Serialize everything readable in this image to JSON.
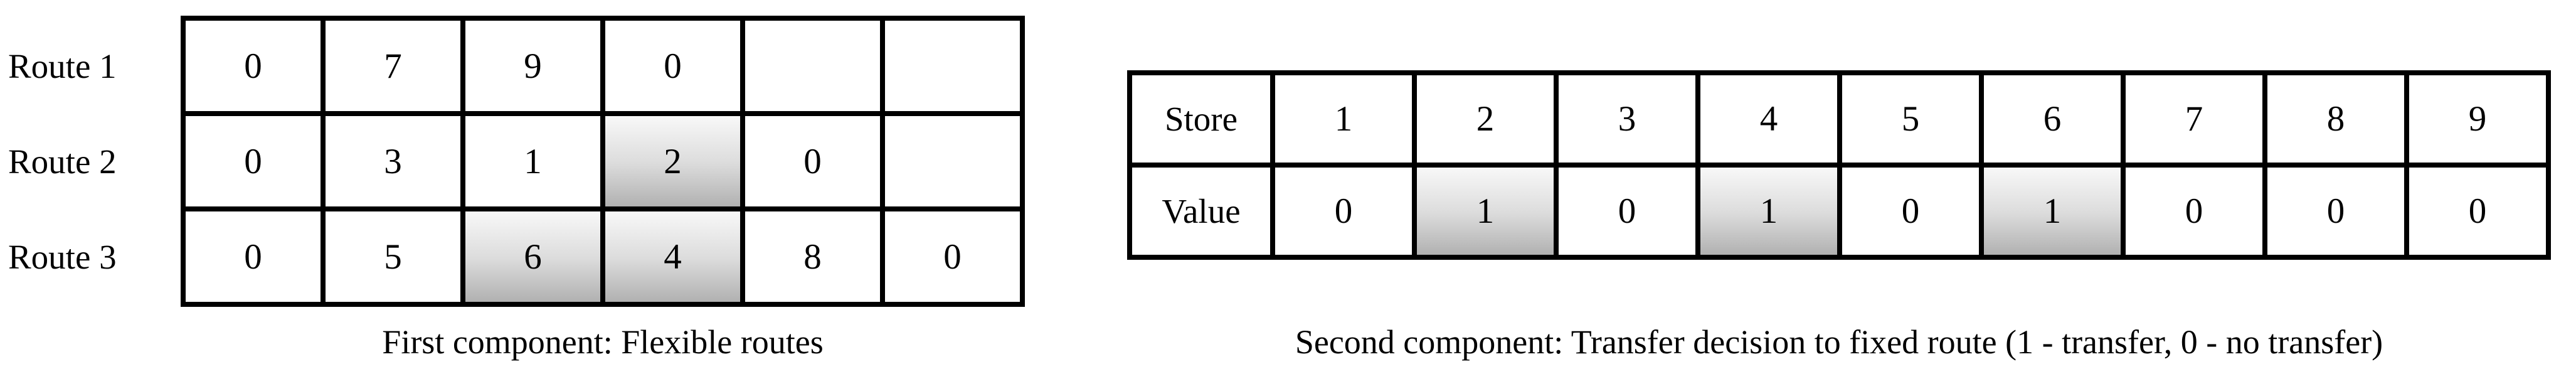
{
  "left_diagram": {
    "row_labels": [
      "Route 1",
      "Route 2",
      "Route 3"
    ],
    "rows": [
      {
        "cells": [
          {
            "v": "0",
            "shaded": false
          },
          {
            "v": "7",
            "shaded": false
          },
          {
            "v": "9",
            "shaded": false
          },
          {
            "v": "0",
            "shaded": false
          },
          {
            "v": "",
            "shaded": false
          },
          {
            "v": "",
            "shaded": false
          }
        ]
      },
      {
        "cells": [
          {
            "v": "0",
            "shaded": false
          },
          {
            "v": "3",
            "shaded": false
          },
          {
            "v": "1",
            "shaded": false
          },
          {
            "v": "2",
            "shaded": true
          },
          {
            "v": "0",
            "shaded": false
          },
          {
            "v": "",
            "shaded": false
          }
        ]
      },
      {
        "cells": [
          {
            "v": "0",
            "shaded": false
          },
          {
            "v": "5",
            "shaded": false
          },
          {
            "v": "6",
            "shaded": true
          },
          {
            "v": "4",
            "shaded": true
          },
          {
            "v": "8",
            "shaded": false
          },
          {
            "v": "0",
            "shaded": false
          }
        ]
      }
    ],
    "caption": "First component: Flexible routes"
  },
  "right_diagram": {
    "rows": [
      {
        "header": "Store",
        "cells": [
          {
            "v": "1",
            "shaded": false
          },
          {
            "v": "2",
            "shaded": false
          },
          {
            "v": "3",
            "shaded": false
          },
          {
            "v": "4",
            "shaded": false
          },
          {
            "v": "5",
            "shaded": false
          },
          {
            "v": "6",
            "shaded": false
          },
          {
            "v": "7",
            "shaded": false
          },
          {
            "v": "8",
            "shaded": false
          },
          {
            "v": "9",
            "shaded": false
          }
        ]
      },
      {
        "header": "Value",
        "cells": [
          {
            "v": "0",
            "shaded": false
          },
          {
            "v": "1",
            "shaded": true
          },
          {
            "v": "0",
            "shaded": false
          },
          {
            "v": "1",
            "shaded": true
          },
          {
            "v": "0",
            "shaded": false
          },
          {
            "v": "1",
            "shaded": true
          },
          {
            "v": "0",
            "shaded": false
          },
          {
            "v": "0",
            "shaded": false
          },
          {
            "v": "0",
            "shaded": false
          }
        ]
      }
    ],
    "caption": "Second component: Transfer decision to fixed route (1 - transfer, 0 - no transfer)"
  },
  "colors": {
    "border": "#000000",
    "background": "#ffffff",
    "shade_top": "#f8f8f8",
    "shade_bottom": "#b1b1b1"
  }
}
